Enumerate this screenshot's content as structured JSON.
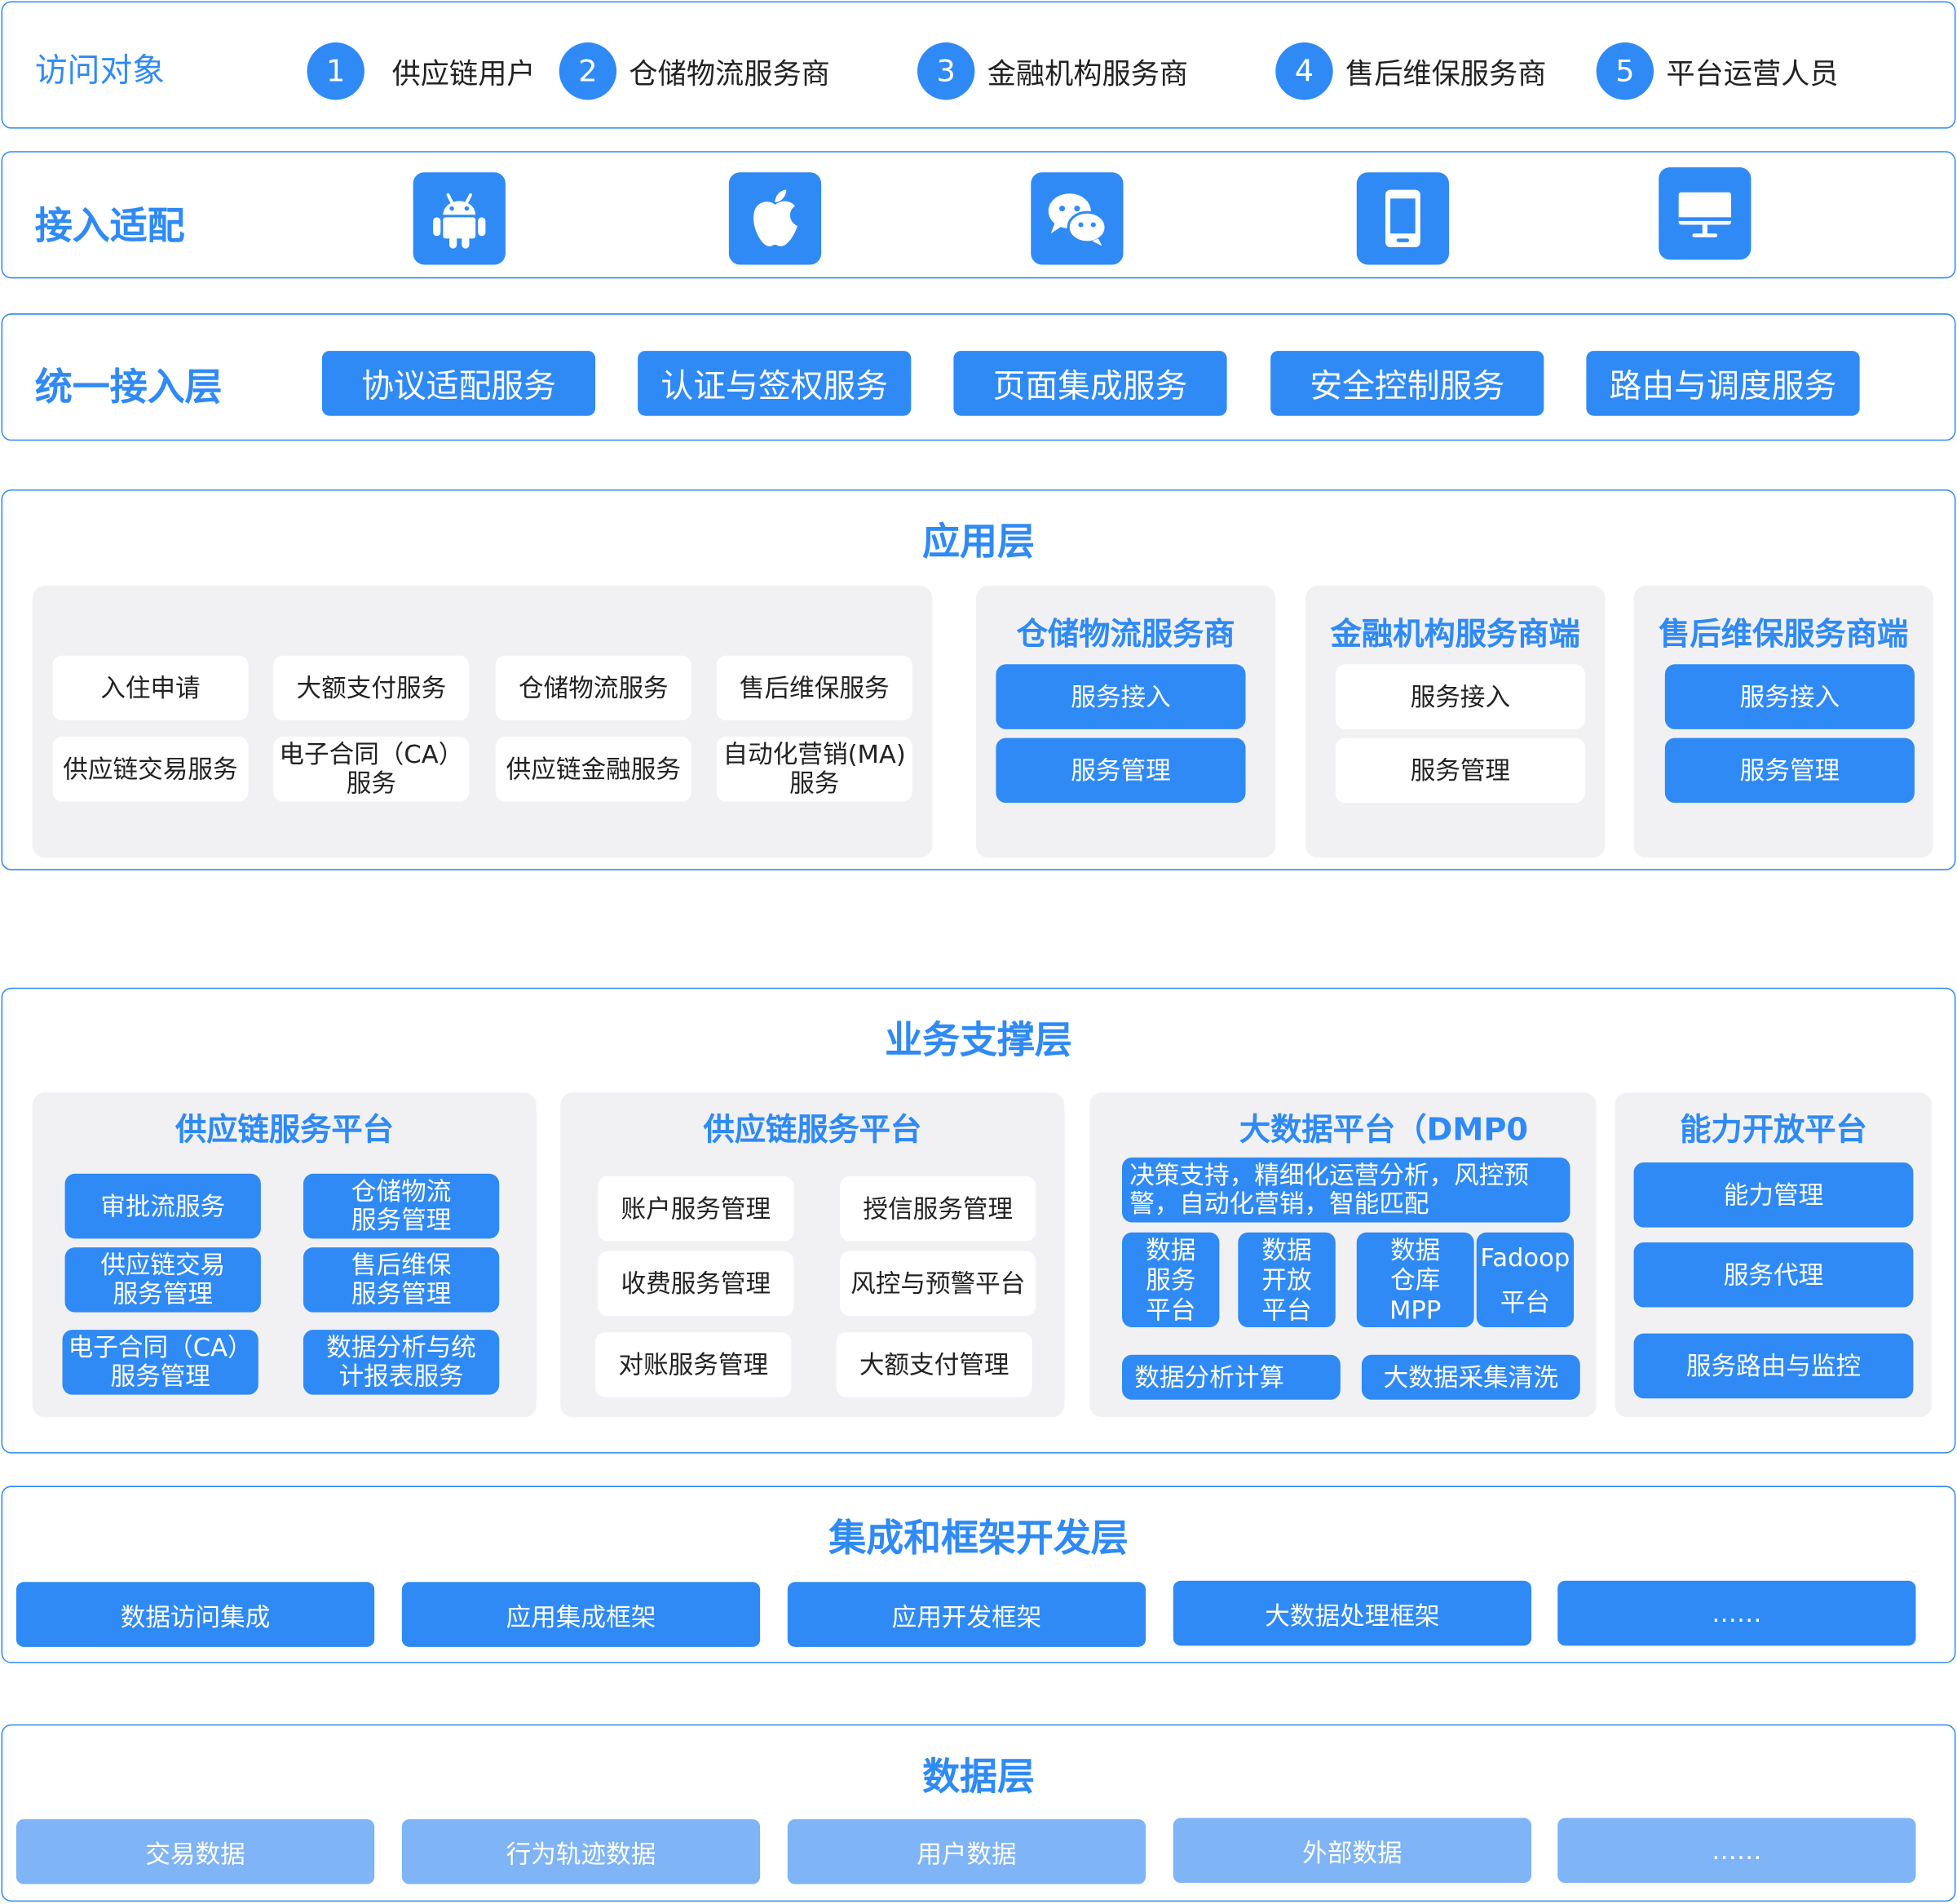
{
  "visitors": {
    "title": "访问对象",
    "items": [
      {
        "num": "1",
        "label": "供应链用户"
      },
      {
        "num": "2",
        "label": "仓储物流服务商"
      },
      {
        "num": "3",
        "label": "金融机构服务商"
      },
      {
        "num": "4",
        "label": "售后维保服务商"
      },
      {
        "num": "5",
        "label": "平台运营人员"
      }
    ]
  },
  "access_adapt": {
    "title": "接入适配",
    "icons": [
      "android-icon",
      "apple-icon",
      "wechat-icon",
      "mobile-icon",
      "desktop-icon"
    ]
  },
  "unified_access": {
    "title": "统一接入层",
    "services": [
      "协议适配服务",
      "认证与签权服务",
      "页面集成服务",
      "安全控制服务",
      "路由与调度服务"
    ]
  },
  "app_layer": {
    "title": "应用层",
    "services": [
      "入住申请",
      "大额支付服务",
      "仓储物流服务",
      "售后维保服务",
      "供应链交易服务",
      "电子合同（CA）\n服务",
      "供应链金融服务",
      "自动化营销(MA)\n服务"
    ],
    "warehouse": {
      "title": "仓储物流服务商",
      "items": [
        "服务接入",
        "服务管理"
      ]
    },
    "finance": {
      "title": "金融机构服务商端",
      "items": [
        "服务接入",
        "服务管理"
      ]
    },
    "aftersales": {
      "title": "售后维保服务商端",
      "items": [
        "服务接入",
        "服务管理"
      ]
    }
  },
  "biz_layer": {
    "title": "业务支撑层",
    "scm1": {
      "title": "供应链服务平台",
      "items": [
        "审批流服务",
        "仓储物流\n服务管理",
        "供应链交易\n服务管理",
        "售后维保\n服务管理",
        "电子合同（CA）\n服务管理",
        "数据分析与统\n计报表服务"
      ]
    },
    "scm2": {
      "title": "供应链服务平台",
      "items": [
        "账户服务管理",
        "授信服务管理",
        "收费服务管理",
        "风控与预警平台",
        "对账服务管理",
        "大额支付管理"
      ]
    },
    "bigdata": {
      "title": "大数据平台（DMP0",
      "banner": "决策支持，精细化运营分析，风控预\n警，自动化营销，智能匹配",
      "blocks": [
        "数据\n服务\n平台",
        "数据\n开放\n平台",
        "数据\n仓库\nMPP",
        "Fadoop\n\n平台"
      ],
      "bottom": [
        "数据分析计算",
        "大数据采集清洗"
      ]
    },
    "open": {
      "title": "能力开放平台",
      "items": [
        "能力管理",
        "服务代理",
        "服务路由与监控"
      ]
    }
  },
  "integration_layer": {
    "title": "集成和框架开发层",
    "items": [
      "数据访问集成",
      "应用集成框架",
      "应用开发框架",
      "大数据处理框架",
      "……"
    ]
  },
  "data_layer": {
    "title": "数据层",
    "items": [
      "交易数据",
      "行为轨迹数据",
      "用户数据",
      "外部数据",
      "……"
    ]
  },
  "colors": {
    "accent": "#2f8af5",
    "light_accent": "#7fb4f6",
    "panel_bg": "#f1f1f3"
  }
}
